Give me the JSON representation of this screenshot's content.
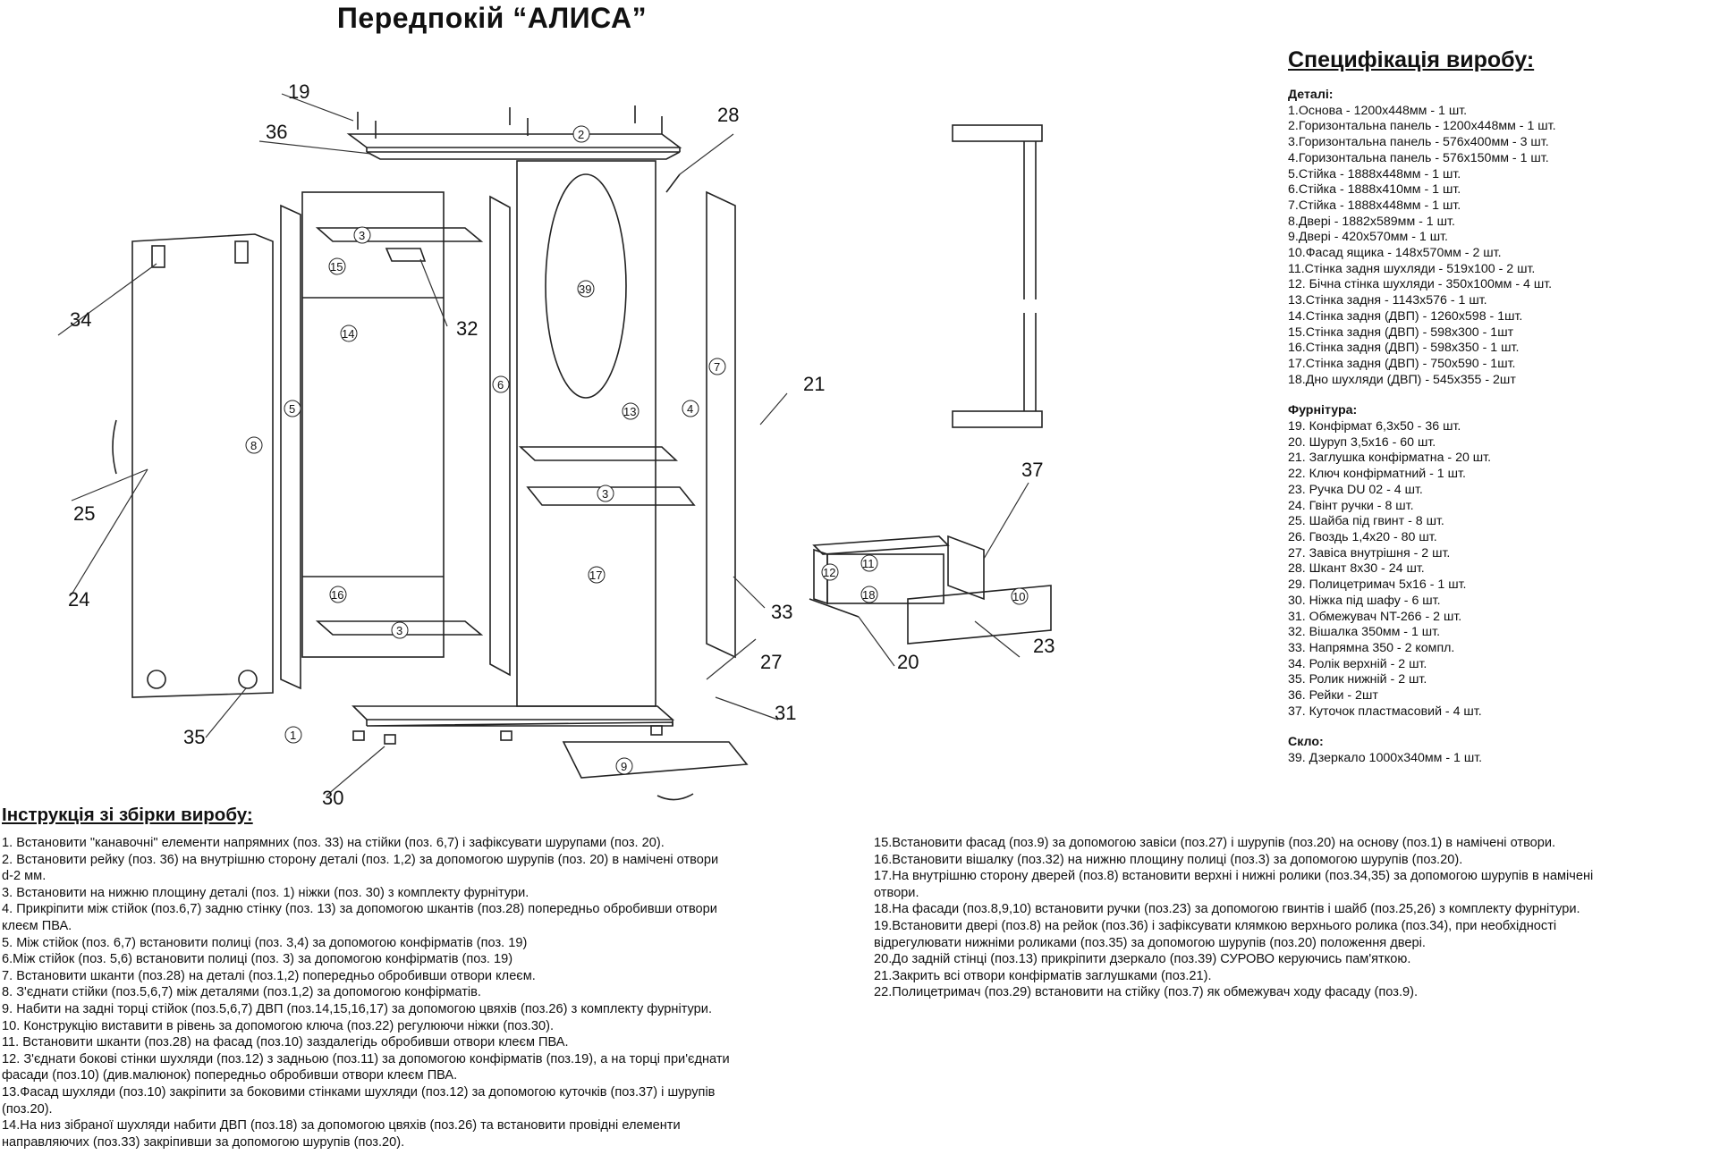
{
  "title": "Передпокій “АЛИСА”",
  "spec": {
    "title": "Специфікація виробу:",
    "details_heading": "Деталі:",
    "details": [
      "1.Основа - 1200х448мм - 1 шт.",
      "2.Горизонтальна панель  - 1200х448мм - 1 шт.",
      "3.Горизонтальна панель  - 576х400мм - 3 шт.",
      "4.Горизонтальна панель  - 576х150мм - 1 шт.",
      "5.Стійка - 1888х448мм - 1 шт.",
      "6.Стійка - 1888х410мм - 1 шт.",
      "7.Стійка - 1888х448мм - 1 шт.",
      "8.Двері - 1882х589мм - 1 шт.",
      "9.Двері - 420х570мм - 1 шт.",
      "10.Фасад ящика - 148х570мм - 2  шт.",
      "11.Стінка задня шухляди - 519х100 - 2 шт.",
      "12. Бічна стінка шухляди - 350х100мм  - 4 шт.",
      "13.Стінка задня - 1143х576 - 1 шт.",
      "14.Стінка задня (ДВП) - 1260х598 - 1шт.",
      "15.Стінка задня (ДВП) - 598х300 - 1шт",
      "16.Стінка задня (ДВП) - 598х350 - 1 шт.",
      "17.Стінка задня (ДВП) - 750х590 - 1шт.",
      "18.Дно шухляди (ДВП) - 545х355 - 2шт"
    ],
    "hardware_heading": "Фурнітура:",
    "hardware": [
      "19. Конфірмат 6,3х50 - 36 шт.",
      "20. Шуруп 3,5х16 - 60 шт.",
      "21. Заглушка конфірматна - 20 шт.",
      "22. Ключ конфірматний - 1 шт.",
      "23. Ручка DU 02 - 4 шт.",
      "24. Гвінт ручки - 8 шт.",
      "25. Шайба під гвинт - 8 шт.",
      "26. Гвоздь 1,4х20 - 80 шт.",
      "27. Завіса внутрішня - 2 шт.",
      "28. Шкант 8х30 - 24 шт.",
      "29. Полицетримач 5х16 - 1 шт.",
      "30. Ніжка під шафу - 6 шт.",
      "31. Обмежувач NT-266 - 2 шт.",
      "32. Вішалка 350мм - 1 шт.",
      "33. Напрямна 350 - 2 компл.",
      "34. Ролік верхній - 2 шт.",
      "35. Ролик нижній - 2 шт.",
      "36. Рейки - 2шт",
      "37. Куточок пластмасовий - 4 шт."
    ],
    "glass_heading": "Скло:",
    "glass": [
      "39. Дзеркало 1000х340мм - 1 шт."
    ]
  },
  "diagram": {
    "callouts": [
      "19",
      "36",
      "28",
      "34",
      "32",
      "21",
      "25",
      "24",
      "37",
      "33",
      "27",
      "20",
      "23",
      "35",
      "31",
      "30"
    ],
    "parts": [
      "2",
      "3",
      "15",
      "14",
      "39",
      "6",
      "7",
      "5",
      "8",
      "13",
      "4",
      "3",
      "17",
      "16",
      "3",
      "1",
      "9",
      "12",
      "11",
      "18",
      "10"
    ]
  },
  "instructions": {
    "title": "Інструкція зі збірки виробу:",
    "left": [
      "1. Встановити \"канавочні\" елементи напрямних (поз. 33) на стійки (поз. 6,7) і зафіксувати шурупами (поз. 20).",
      "2. Встановити рейку (поз. 36) на внутрішню сторону деталі (поз. 1,2) за допомогою шурупів (поз. 20) в намічені отвори",
      "    d-2 мм.",
      "3. Встановити на нижню площину деталі (поз. 1) ніжки (поз. 30) з комплекту фурнітури.",
      "4. Прикріпити між стійок (поз.6,7) задню стінку (поз. 13) за допомогою шкантів (поз.28) попередньо обробивши отвори",
      "    клеєм ПВА.",
      "5. Між стійок (поз. 6,7) встановити полиці (поз. 3,4) за допомогою конфірматів (поз. 19)",
      "6.Між стійок (поз. 5,6) встановити полиці (поз. 3) за допомогою конфірматів (поз. 19)",
      "7. Встановити шканти (поз.28) на деталі (поз.1,2) попередньо обробивши отвори клеєм.",
      "8. З'єднати стійки (поз.5,6,7) між деталями (поз.1,2) за допомогою конфірматів.",
      "9. Набити на задні торці стійок (поз.5,6,7) ДВП (поз.14,15,16,17) за допомогою цвяхів (поз.26) з комплекту фурнітури.",
      "10. Конструкцію виставити в рівень за допомогою ключа (поз.22) регулюючи ніжки (поз.30).",
      "11. Встановити шканти (поз.28) на фасад (поз.10) заздалегідь обробивши отвори клеєм ПВА.",
      "12. З'єднати бокові стінки шухляди (поз.12) з задньою (поз.11) за допомогою конфірматів (поз.19), а на торці при'єднати",
      "    фасади (поз.10) (див.малюнок) попередньо обробивши отвори клеєм ПВА.",
      "13.Фасад шухляди (поз.10) закріпити за боковими стінками шухляди (поз.12) за допомогою куточків (поз.37) і шурупів",
      "    (поз.20).",
      "14.На низ зібраної шухляди набити ДВП (поз.18) за допомогою цвяхів (поз.26) та встановити провідні елементи",
      "    направляючих (поз.33) закріпивши за допомогою шурупів (поз.20)."
    ],
    "right": [
      "15.Встановити фасад (поз.9) за допомогою завіси (поз.27) і шурупів (поз.20) на основу (поз.1) в намічені отвори.",
      "16.Встановити вішалку (поз.32) на нижню площину полиці (поз.3) за допомогою шурупів (поз.20).",
      "17.На внутрішню сторону дверей (поз.8) встановити верхні і нижні ролики (поз.34,35) за допомогою шурупів в намічені",
      "    отвори.",
      "18.На фасади (поз.8,9,10) встановити ручки (поз.23) за допомогою гвинтів і шайб (поз.25,26) з комплекту фурнітури.",
      "19.Встановити двері (поз.8) на рейок (поз.36) і зафіксувати клямкою верхнього ролика (поз.34), при необхідності",
      "    відрегулювати нижніми роликами (поз.35) за допомогою шурупів (поз.20) положення дверi.",
      "20.До задній стінці (поз.13) прикріпити дзеркало (поз.39) СУРОВО керуючись пам'яткою.",
      "21.Закрить всі отвори конфірматів заглушками (поз.21).",
      "22.Полицетримач (поз.29) встановити на стійку (поз.7) як обмежувач ходу фасаду (поз.9)."
    ]
  }
}
